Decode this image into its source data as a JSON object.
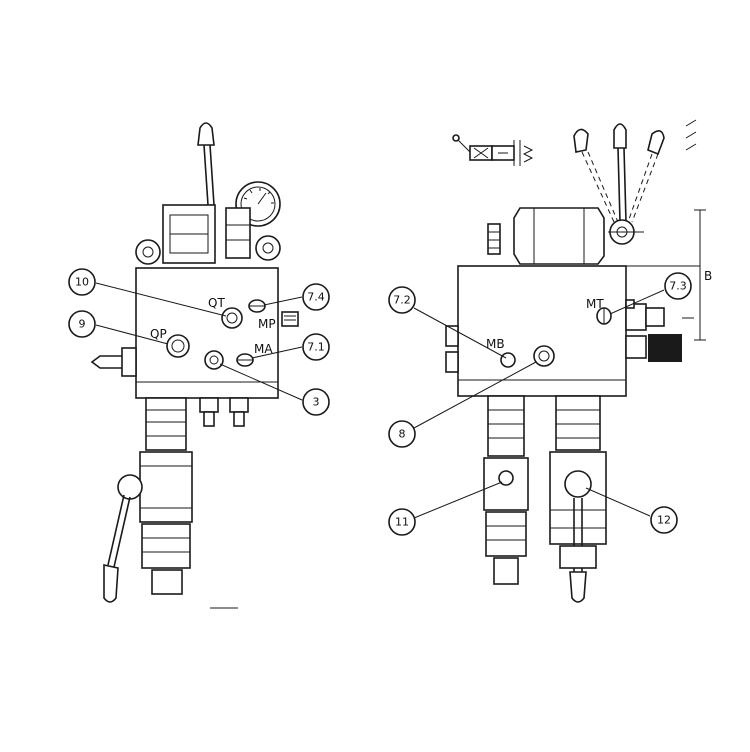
{
  "callouts": {
    "c10": "10",
    "c9": "9",
    "c74": "7.4",
    "c71": "7.1",
    "c3": "3",
    "c72": "7.2",
    "c73": "7.3",
    "c8": "8",
    "c11": "11",
    "c12": "12"
  },
  "ports": {
    "qt": "QT",
    "qp": "QP",
    "mp": "MP",
    "ma": "MA",
    "mb": "MB",
    "mt": "MT"
  },
  "dimension_mark": "B",
  "colors": {
    "line": "#1a1a1a",
    "background": "#ffffff"
  }
}
